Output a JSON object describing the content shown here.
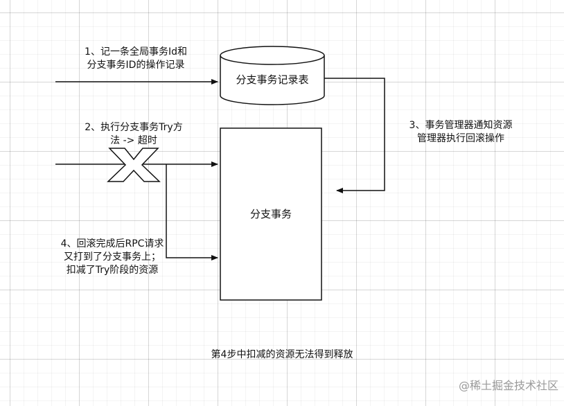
{
  "diagram": {
    "steps": {
      "step1": [
        "1、记一条全局事务Id和",
        "分支事务ID的操作记录"
      ],
      "step2": [
        "2、执行分支事务Try方",
        "法 ->  超时"
      ],
      "step3": [
        "3、事务管理器通知资源",
        "管理器执行回滚操作"
      ],
      "step4": [
        "4、回滚完成后RPC请求",
        "又打到了分支事务上；",
        "扣减了Try阶段的资源"
      ]
    },
    "nodes": {
      "record_table": "分支事务记录表",
      "branch_transaction": "分支事务"
    },
    "caption": "第4步中扣减的资源无法得到释放",
    "watermark": "@稀土掘金技术社区",
    "colors": {
      "stroke": "#111111",
      "text": "#111111",
      "watermark": "#9a9a9a",
      "grid": "#e2e2e2"
    }
  }
}
